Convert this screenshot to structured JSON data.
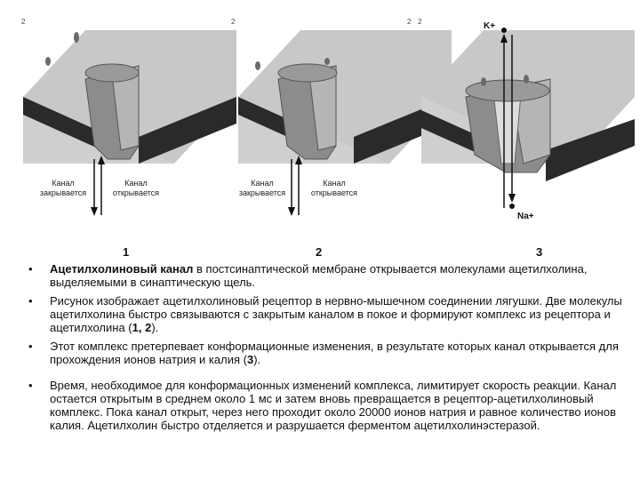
{
  "figure": {
    "panel_labels": [
      "1",
      "2",
      "3"
    ],
    "corner_marks": [
      "2",
      "2",
      "2",
      "2"
    ],
    "captions": {
      "closes": [
        "Канал",
        "закрывается"
      ],
      "opens": [
        "Канал",
        "открывается"
      ]
    },
    "ions": {
      "potassium": "K+",
      "sodium": "Na+"
    },
    "colors": {
      "membrane_top": "#c8c8c8",
      "membrane_side": "#2a2a2a",
      "channel": "#8c8c8c",
      "channel_light": "#b5b5b5",
      "molecule": "#6a6a6a"
    }
  },
  "text": {
    "bullets": [
      {
        "bold": "Ацетилхолиновый канал",
        "rest": " в постсинаптической мембране открывается молекулами ацетилхолина, выделяемыми в синаптическую щель."
      },
      {
        "pre": "Рисунок изображает ацетилхолиновый рецептор в нервно-мышечном соединении лягушки. Две молекулы ацетилхолина быстро связываются с закрытым каналом в покое и формируют комплекс из рецептора и ацетилхолина (",
        "bold": "1, 2",
        "rest": ")."
      },
      {
        "pre": "Этот комплекс претерпевает конформационные изменения, в результате которых канал открывается для прохождения ионов натрия и калия (",
        "bold": "3",
        "rest": ")."
      },
      {
        "pre": "Время, необходимое для конформационных изменений комплекса, лимитирует скорость реакции. Канал остается открытым в среднем около 1 мс и затем вновь превращается в рецептор-ацетилхолиновый комплекс. Пока канал открыт, через него проходит около 20000 ионов натрия и равное количество ионов калия. Ацетилхолин быстро отделяется и разрушается ферментом ацетилхолинэстеразой."
      }
    ],
    "bullet_symbol": "•"
  }
}
